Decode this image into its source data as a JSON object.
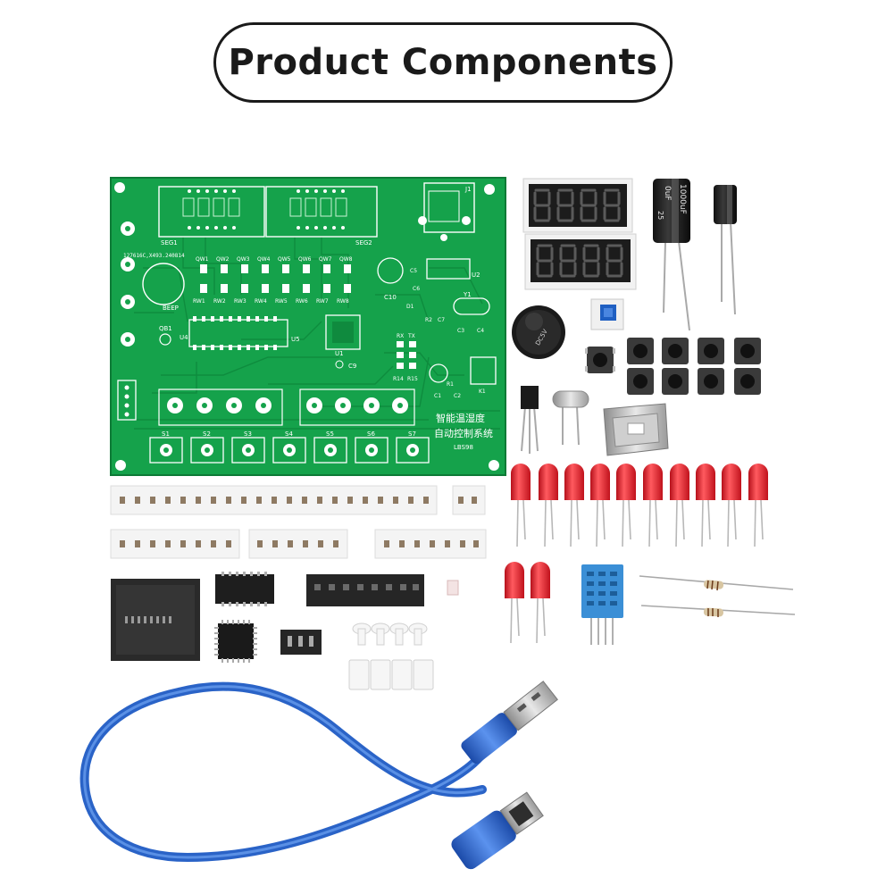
{
  "title": "Product Components",
  "pcb": {
    "labels": [
      "SEG1",
      "SEG2",
      "J1",
      "BEEP",
      "QB1",
      "U4",
      "U5",
      "U1",
      "U2",
      "C10",
      "C9",
      "Y1",
      "R1",
      "C1",
      "C2",
      "K1",
      "RX",
      "TX",
      "R14",
      "R15",
      "D1",
      "R2",
      "C6",
      "C5",
      "C3",
      "C4",
      "C7"
    ],
    "switch_labels": [
      "S1",
      "S2",
      "S3",
      "S4",
      "S5",
      "S6",
      "S7"
    ],
    "relay_labels": [
      "RW1",
      "RW2",
      "RW3",
      "RW4",
      "RW5",
      "RW6",
      "RW7",
      "RW8"
    ],
    "qw_labels": [
      "QW1",
      "QW2",
      "QW3",
      "QW4",
      "QW5",
      "QW6",
      "QW7",
      "QW8"
    ],
    "serial": "127616C,X493.240814",
    "chinese_line1": "智能温湿度",
    "chinese_line2": "自动控制系统",
    "model": "LBS98"
  },
  "capacitor_large": {
    "line1": "0uF",
    "line2": "1000uF",
    "line3": "25"
  },
  "buzzer_text": "DC5V",
  "colors": {
    "pcb_green": "#15a24b",
    "pcb_dark": "#0d7a36",
    "usb_blue": "#2a63c7",
    "led_red": "#e0202a",
    "sensor_blue": "#3b8fd6"
  }
}
